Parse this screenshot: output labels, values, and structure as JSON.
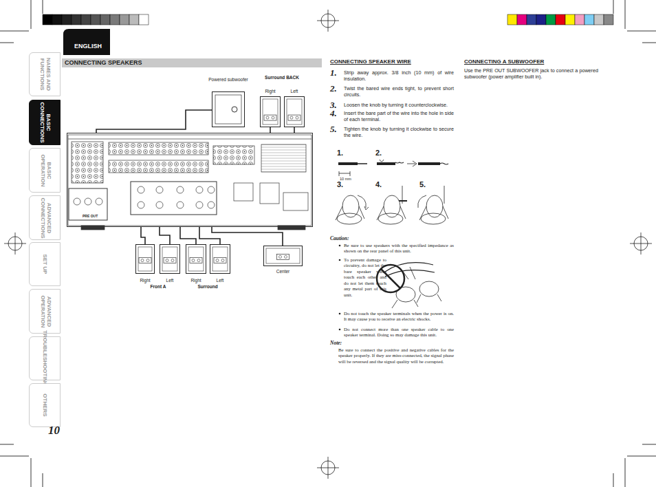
{
  "diagram": {
    "title": "CONNECTING SPEAKERS",
    "nodes": [
      {
        "text": [
          "PRE OUT"
        ]
      },
      {
        "text": [
          "Powered subwoofer"
        ]
      },
      {
        "text": [
          "Right"
        ]
      },
      {
        "text": [
          "Left"
        ]
      },
      {
        "text": [
          "Right"
        ]
      },
      {
        "text": [
          "Left"
        ]
      },
      {
        "text": [
          "Right"
        ]
      },
      {
        "text": [
          "Left"
        ]
      },
      {
        "text": [
          "Center"
        ]
      }
    ],
    "edges": [
      {
        "from": 0,
        "to": 1,
        "arrow": "none"
      },
      {
        "from": 0,
        "to": 2,
        "arrow": "none"
      },
      {
        "from": 0,
        "to": 3,
        "arrow": "none"
      },
      {
        "from": 0,
        "to": 4,
        "arrow": "none"
      },
      {
        "from": 0,
        "to": 5,
        "arrow": "none"
      },
      {
        "from": 0,
        "to": 6,
        "arrow": "none"
      },
      {
        "from": 0,
        "to": 7,
        "arrow": "none"
      },
      {
        "from": 0,
        "to": 8,
        "arrow": "none"
      }
    ],
    "labels": [
      "ENGLISH",
      "NAMES AND FUNCTIONS",
      "BASIC CONNECTIONS",
      "BASIC OPERATION",
      "ADVANCED CONNECTIONS",
      "SET UP",
      "ADVANCED OPERATION",
      "TROUBLESHOOTING",
      "OTHERS",
      "Surround BACK",
      "Front A",
      "Surround",
      "CONNECTING SPEAKER WIRE",
      "1.",
      "Strip away approx. 3/8 inch (10 mm) of wire insulation.",
      "2.",
      "Twist the bared wire ends tight, to prevent short circuits.",
      "3.",
      "Loosen the knob by turning it counterclockwise.",
      "4.",
      "Insert the bare part of the wire into the hole in side of each terminal.",
      "5.",
      "Tighten the knob by turning it clockwise to secure the wire.",
      "1.",
      "2.",
      "3.",
      "4.",
      "5.",
      "10 mm",
      "Caution:",
      "Be sure to use speakers with the specified impedance as shown on the rear panel of this unit.",
      "To prevent damage to circuitry, do not let the bare speaker wires touch each other and do not let them touch any metal part of this unit.",
      "Do not touch the speaker terminals when the power is on. It may cause you to receive an electric shocks.",
      "Do not connect more than one speaker cable to one speaker terminal. Doing so may damage this unit.",
      "Note:",
      "Be sure to connect the positive and negative cables for the speaker properly. If they are miss-connected, the signal phase will be reversed and the signal quality will be corrupted.",
      "CONNECTING A SUBWOOFER",
      "Use the PRE OUT SUBWOOFER jack to connect a powered subwoofer (power amplifier built in).",
      "10"
    ]
  }
}
